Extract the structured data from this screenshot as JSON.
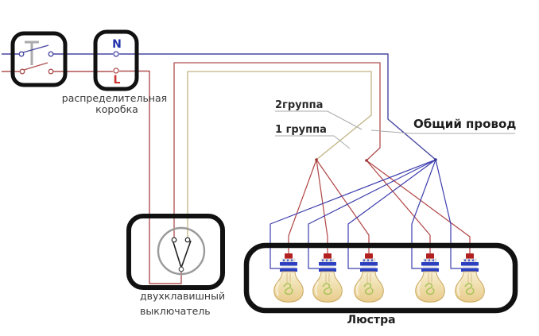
{
  "diagram": {
    "distribution_box": {
      "terminal_top": "N",
      "terminal_bottom": "L",
      "caption_line1": "распределительная",
      "caption_line2": "коробка"
    },
    "switch": {
      "caption_line1": "двухклавишный",
      "caption_line2": "выключатель"
    },
    "chandelier": {
      "caption": "Люстра",
      "bulb_count": 5
    },
    "wire_labels": {
      "group2": "2группа",
      "group1": "1 группа",
      "common": "Общий провод"
    },
    "colors": {
      "neutral_wire": "#4646a0",
      "phase_wire": "#b05050",
      "group2_wire": "#c0b482",
      "fan_red": "#b04444",
      "common_blue": "#3d3dae",
      "box_border": "#111111",
      "n_text": "#2233aa",
      "l_text": "#cc3333",
      "leader": "#aaaaaa",
      "bulb_band": "#2b3fc0",
      "bulb_cap": "#b32020"
    }
  }
}
